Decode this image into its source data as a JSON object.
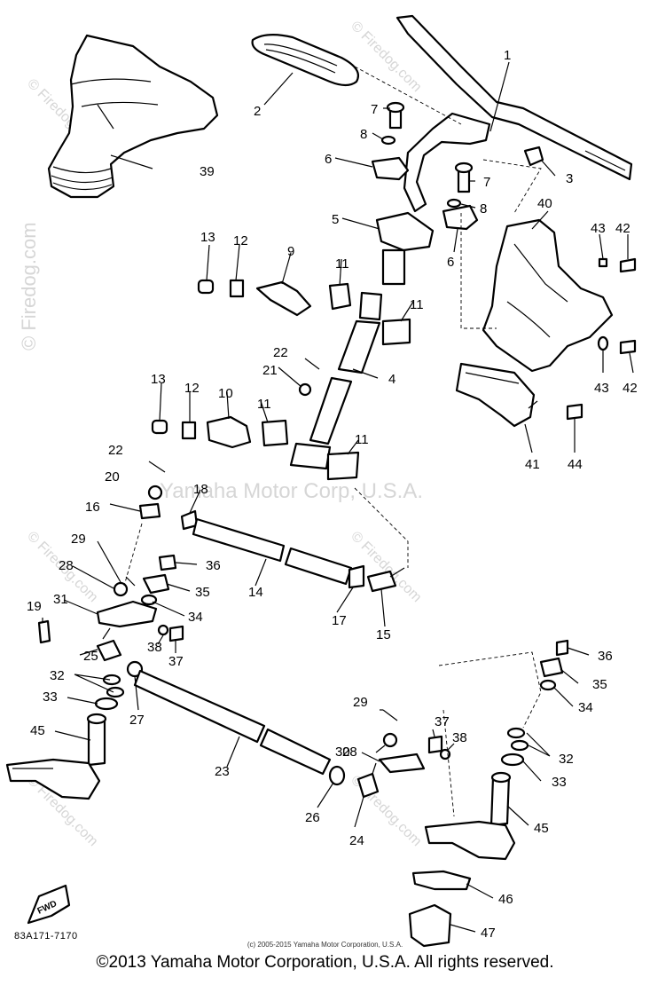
{
  "watermarks": {
    "firedog": "© Firedog.com",
    "center": "Yamaha Motor Corp, U.S.A."
  },
  "part_labels": {
    "p1": "1",
    "p2": "2",
    "p3": "3",
    "p4": "4",
    "p5": "5",
    "p6a": "6",
    "p6b": "6",
    "p7a": "7",
    "p7b": "7",
    "p8a": "8",
    "p8b": "8",
    "p9": "9",
    "p10": "10",
    "p11a": "11",
    "p11b": "11",
    "p11c": "11",
    "p11d": "11",
    "p12a": "12",
    "p12b": "12",
    "p13a": "13",
    "p13b": "13",
    "p14": "14",
    "p15": "15",
    "p16": "16",
    "p17": "17",
    "p18": "18",
    "p19": "19",
    "p20": "20",
    "p21": "21",
    "p22a": "22",
    "p22b": "22",
    "p23": "23",
    "p24": "24",
    "p25": "25",
    "p26": "26",
    "p27": "27",
    "p28a": "28",
    "p28b": "28",
    "p29a": "29",
    "p29b": "29",
    "p30": "30",
    "p31": "31",
    "p32a": "32",
    "p32b": "32",
    "p33a": "33",
    "p33b": "33",
    "p34a": "34",
    "p34b": "34",
    "p35a": "35",
    "p35b": "35",
    "p36a": "36",
    "p36b": "36",
    "p37a": "37",
    "p37b": "37",
    "p38a": "38",
    "p38b": "38",
    "p39": "39",
    "p40": "40",
    "p41": "41",
    "p42a": "42",
    "p42b": "42",
    "p43a": "43",
    "p43b": "43",
    "p44": "44",
    "p45a": "45",
    "p45b": "45",
    "p46": "46",
    "p47": "47"
  },
  "fwd_arrow": "FWD",
  "diagram_code": "83A171-7170",
  "small_copyright": "(c) 2005-2015 Yamaha Motor Corporation, U.S.A.",
  "footer": "©2013 Yamaha Motor Corporation, U.S.A. All rights reserved."
}
